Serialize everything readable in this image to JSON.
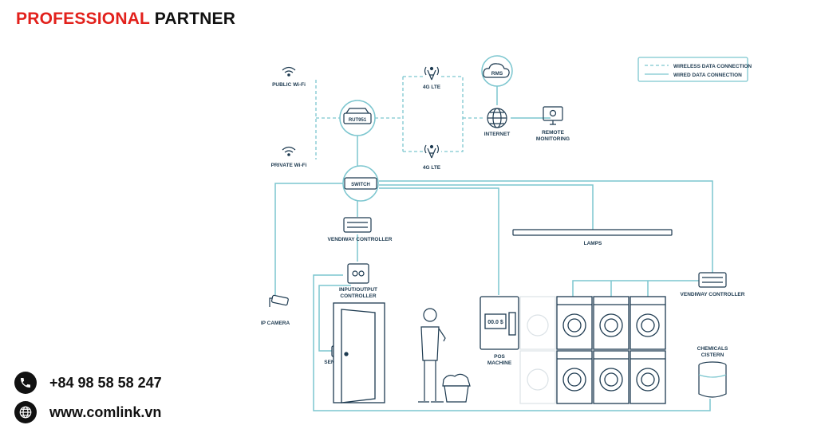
{
  "brand": {
    "part1": "PROFESSIONAL",
    "part2": "PARTNER"
  },
  "contact": {
    "phone": "+84 98 58 58 247",
    "website": "www.comlink.vn"
  },
  "legend": {
    "wireless": "WIRELESS DATA CONNECTION",
    "wired": "WIRED DATA CONNECTION"
  },
  "labels": {
    "public_wifi": "PUBLIC Wi-Fi",
    "private_wifi": "PRIVATE Wi-Fi",
    "router": "RUT951",
    "lte_top": "4G LTE",
    "lte_bottom": "4G LTE",
    "rms": "RMS",
    "internet": "INTERNET",
    "remote_monitoring": [
      "REMOTE",
      "MONITORING"
    ],
    "switch": "SWITCH",
    "vendiway_controller_left": "VENDIWAY CONTROLLER",
    "lamps": "LAMPS",
    "io_controller": [
      "INPUT/OUTPUT",
      "CONTROLLER"
    ],
    "ip_camera": "IP CAMERA",
    "sensor": "SENSOR",
    "pos_machine": [
      "POS",
      "MACHINE"
    ],
    "pos_display": "00.0 $",
    "vendiway_controller_right": "VENDIWAY CONTROLLER",
    "chemicals_cistern": [
      "CHEMICALS",
      "CISTERN"
    ]
  },
  "colors": {
    "accent": "#e2211c",
    "line": "#7cc6cf",
    "ink": "#1d3a50",
    "text": "#111111"
  },
  "icons": [
    "phone-icon",
    "globe-icon",
    "wifi-icon",
    "antenna-icon",
    "cloud-icon",
    "globe-icon",
    "monitor-icon",
    "camera-icon",
    "door-icon",
    "person-icon",
    "laundry-basket-icon",
    "washing-machine-icon",
    "tank-icon"
  ]
}
